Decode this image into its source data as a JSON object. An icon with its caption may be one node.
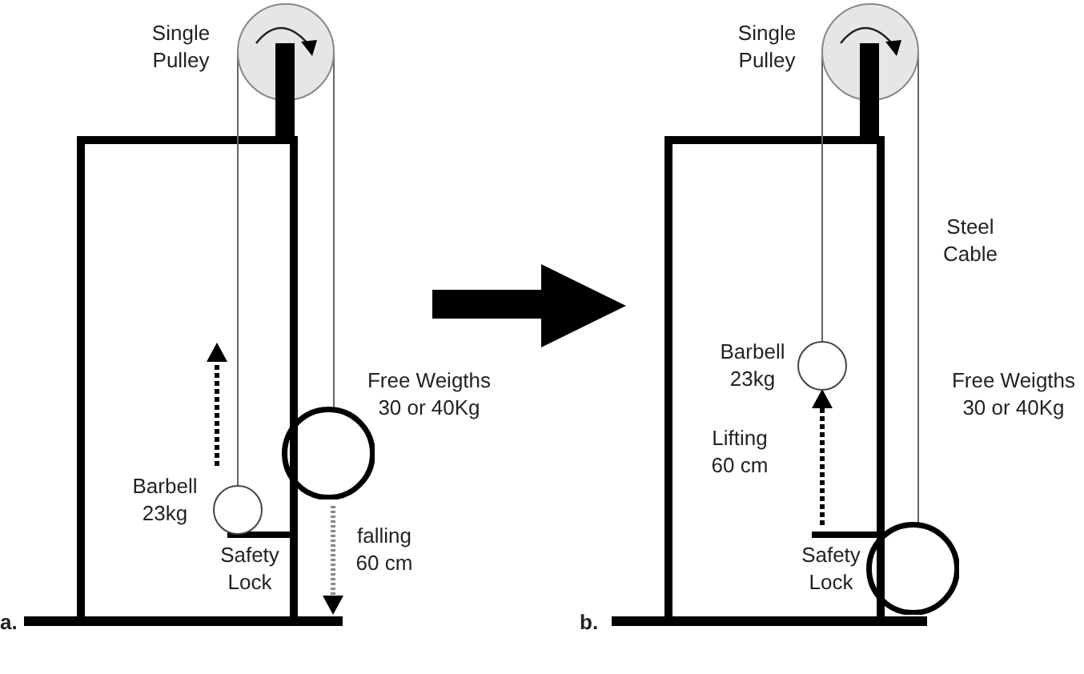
{
  "diagram": {
    "nodes": [
      {
        "text": [],
        "shape": "circle",
        "beside": [
          "Single Pulley"
        ]
      },
      {
        "text": [],
        "shape": "circle",
        "beside": [
          "Barbell 23kg"
        ]
      },
      {
        "text": [],
        "shape": "circle",
        "beside": [
          "Free Weigths 30 or 40Kg"
        ]
      },
      {
        "text": [],
        "shape": "circle",
        "beside": [
          "Single Pulley"
        ]
      },
      {
        "text": [],
        "shape": "circle",
        "beside": [
          "Barbell 23kg"
        ]
      },
      {
        "text": [],
        "shape": "circle"
      }
    ],
    "edges": [
      {
        "from": 0,
        "to": 1,
        "arrow": "none"
      },
      {
        "from": 0,
        "to": 2,
        "arrow": "none"
      },
      {
        "from": 3,
        "to": 4,
        "arrow": "none"
      },
      {
        "from": 3,
        "to": 5,
        "arrow": "none"
      }
    ],
    "labels": [
      "falling 60 cm",
      "Safety Lock",
      "a.",
      "Steel Cable",
      "Free Weigths 30 or 40Kg",
      "Lifting 60 cm",
      "Safety Lock",
      "b."
    ]
  }
}
